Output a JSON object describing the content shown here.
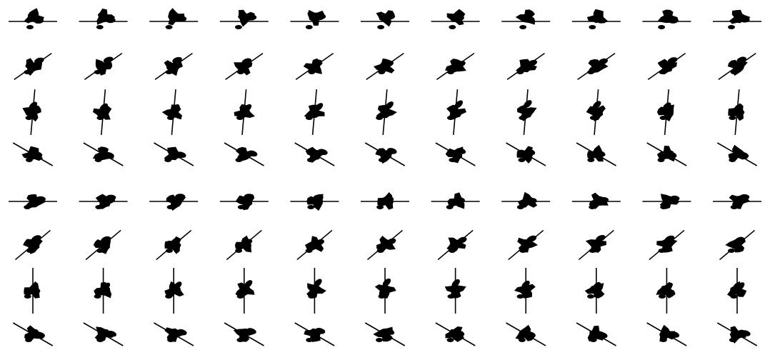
{
  "sheet": {
    "rows": 8,
    "columns": 11,
    "background_color": "#ffffff",
    "ink_color": "#000000",
    "orientation_angles_deg": [
      0,
      -35,
      -85,
      30,
      0,
      -40,
      -90,
      30
    ]
  }
}
